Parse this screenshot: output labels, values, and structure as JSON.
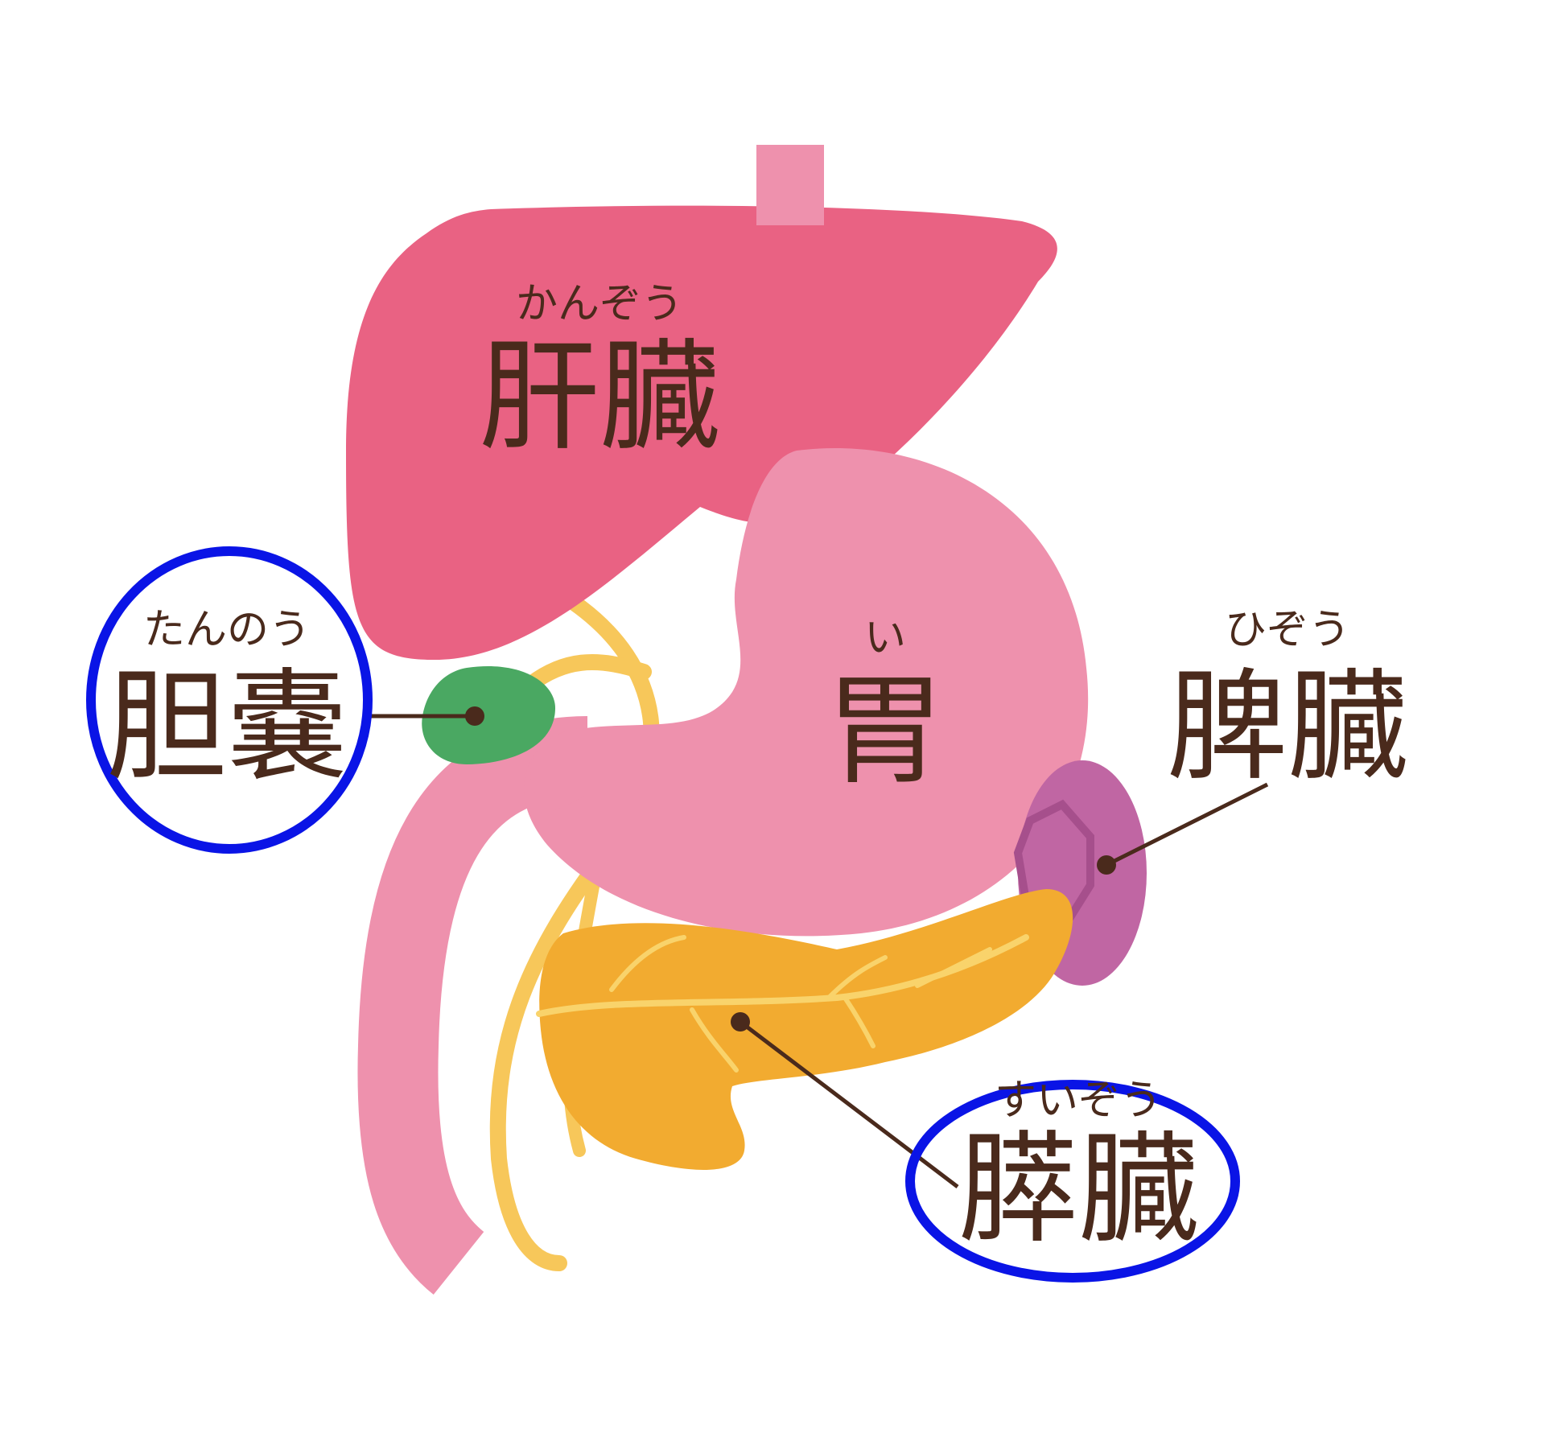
{
  "colors": {
    "liver": "#e96283",
    "stomach": "#ee91ad",
    "gallbladder": "#4aa862",
    "bile_duct": "#f7c75a",
    "pancreas": "#f2ab30",
    "pancreas_vein": "#f9d36b",
    "spleen": "#c066a3",
    "spleen_inner": "#a64f8c",
    "leader_line": "#4a2a1c",
    "highlight_ring": "#0a14e6",
    "text": "#4a2a1c"
  },
  "organs": {
    "liver": {
      "label": "肝臓",
      "reading": "かんぞう"
    },
    "stomach": {
      "label": "胃",
      "reading": "い"
    },
    "gallbladder": {
      "label": "胆嚢",
      "reading": "たんのう",
      "highlighted": true
    },
    "spleen": {
      "label": "脾臓",
      "reading": "ひぞう"
    },
    "pancreas": {
      "label": "膵臓",
      "reading": "すいぞう",
      "highlighted": true
    }
  }
}
